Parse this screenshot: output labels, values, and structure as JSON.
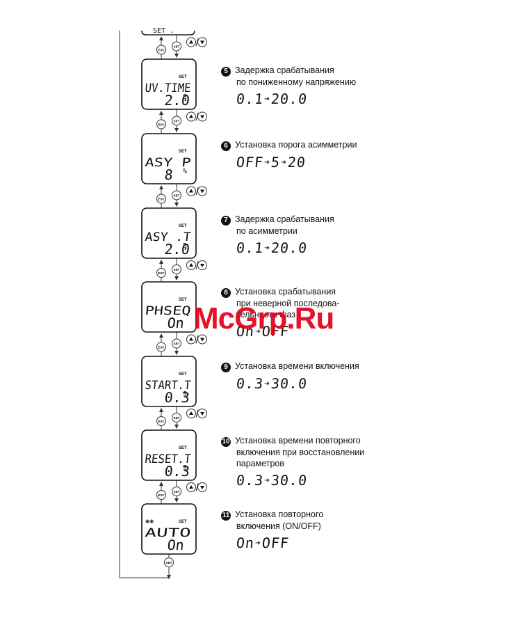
{
  "screens": [
    {
      "set": "SET",
      "code": "UV.TIME",
      "value": "2.0",
      "unit": "S"
    },
    {
      "set": "SET",
      "code": "ASY P",
      "value": "8",
      "unit": "%"
    },
    {
      "set": "SET",
      "code": "ASY .T",
      "value": "2.0",
      "unit": "S"
    },
    {
      "set": "SET",
      "code": "PHSEQ",
      "value": "On",
      "unit": ""
    },
    {
      "set": "SET",
      "code": "START.T",
      "value": "0.3",
      "unit": "S"
    },
    {
      "set": "SET",
      "code": "RESET.T",
      "value": "0.3",
      "unit": "S"
    },
    {
      "set": "SET",
      "code": "AUTO",
      "value": "On",
      "unit": ""
    }
  ],
  "buttons": {
    "esc": "ESC",
    "set": "SET",
    "updown": "▲/▼"
  },
  "items": [
    {
      "num": "5",
      "lines": [
        "Задержка срабатывания",
        "по пониженному напряжению"
      ],
      "range": [
        "0.1",
        "20.0"
      ]
    },
    {
      "num": "6",
      "lines": [
        "Установка порога асимметрии"
      ],
      "range": [
        "OFF",
        "5",
        "20"
      ]
    },
    {
      "num": "7",
      "lines": [
        "Задержка срабатывания",
        "по асимметрии"
      ],
      "range": [
        "0.1",
        "20.0"
      ]
    },
    {
      "num": "8",
      "lines": [
        "Установка срабатывания",
        "при неверной последова-",
        "тельности фаз"
      ],
      "range": [
        "On",
        "OFF"
      ]
    },
    {
      "num": "9",
      "lines": [
        "Установка времени включения"
      ],
      "range": [
        "0.3",
        "30.0"
      ]
    },
    {
      "num": "10",
      "lines": [
        "Установка времени повторного",
        "включения при восстановлении",
        "параметров"
      ],
      "range": [
        "0.3",
        "30.0"
      ]
    },
    {
      "num": "11",
      "lines": [
        "Установка повторного",
        "включения (ON/OFF)"
      ],
      "range": [
        "On",
        "OFF"
      ]
    }
  ],
  "top_screen_partial": "SET .",
  "watermark": "McGrp.Ru"
}
